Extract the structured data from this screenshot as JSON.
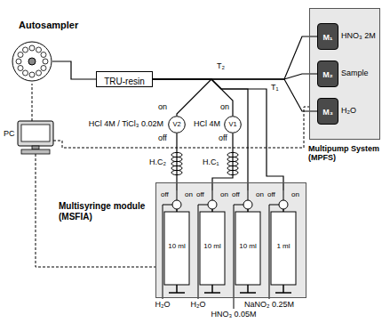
{
  "diagram": {
    "nodes": [
      {
        "text": [
          "Autosampler"
        ]
      },
      {
        "text": [
          "TRU-resin"
        ]
      },
      {
        "text": [
          "Multipump System (MPFS)"
        ]
      },
      {
        "text": [
          "M₁"
        ],
        "in": 2
      },
      {
        "text": [
          "M₂"
        ],
        "in": 2
      },
      {
        "text": [
          "M₃"
        ],
        "in": 2
      },
      {
        "text": [
          "V2"
        ]
      },
      {
        "text": [
          "V1"
        ]
      },
      {
        "text": [
          "Multisyringe module (MSFIA)"
        ]
      },
      {
        "text": [
          "off",
          "on",
          "10 ml"
        ],
        "in": 8
      },
      {
        "text": [
          "off",
          "on",
          "10 ml"
        ],
        "in": 8
      },
      {
        "text": [
          "off",
          "on",
          "10 ml"
        ],
        "in": 8
      },
      {
        "text": [
          "off",
          "on",
          "1 ml"
        ],
        "in": 8
      }
    ],
    "edges": [
      {
        "from": 0,
        "to": 1,
        "arrow": "none"
      },
      {
        "from": 1,
        "to": 6,
        "arrow": "none"
      },
      {
        "from": 1,
        "to": 7,
        "arrow": "none"
      },
      {
        "from": 1,
        "to": 3,
        "arrow": "none"
      },
      {
        "from": 1,
        "to": 4,
        "arrow": "none"
      },
      {
        "from": 1,
        "to": 5,
        "arrow": "none"
      },
      {
        "from": 6,
        "to": 9,
        "arrow": "none"
      },
      {
        "from": 7,
        "to": 10,
        "arrow": "none"
      },
      {
        "from": 11,
        "to": 1,
        "arrow": "none"
      },
      {
        "from": 12,
        "to": 1,
        "arrow": "none"
      }
    ],
    "labels": [
      "T₂",
      "T₁",
      "HNO₃ 2M",
      "Sample",
      "H₂O",
      "HCl 4M / TiCl₃ 0.02M",
      "on",
      "off",
      "HCl 4M",
      "on",
      "off",
      "H.C₂",
      "H.C₁",
      "PC",
      "H₂O",
      "H₂O",
      "HNO₃ 0.05M",
      "NaNO₂ 0.25M"
    ]
  }
}
